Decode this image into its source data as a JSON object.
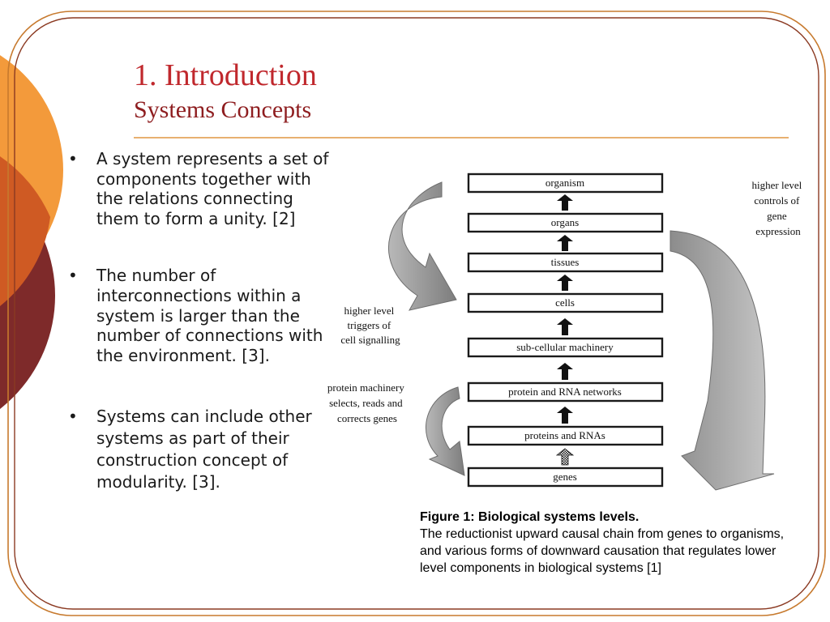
{
  "slide": {
    "title": "1. Introduction",
    "subtitle": "Systems Concepts",
    "colors": {
      "title": "#c0282d",
      "subtitle": "#8e1d1f",
      "orange_circle": "#f39a3b",
      "maroon_circle": "#7e2a2a",
      "frame": "#c77a2e"
    }
  },
  "bullets": [
    {
      "text": "A system represents a set of components together with the relations connecting them to form a unity. [2]"
    },
    {
      "text": "The number of interconnections within a system is larger than the number of connections with the environment. [3]."
    },
    {
      "text": "Systems can include other systems as part of their construction concept of modularity. [3]."
    }
  ],
  "diagram": {
    "levels": [
      {
        "label": "organism"
      },
      {
        "label": "organs"
      },
      {
        "label": "tissues"
      },
      {
        "label": "cells"
      },
      {
        "label": "sub-cellular machinery"
      },
      {
        "label": "protein and RNA networks"
      },
      {
        "label": "proteins and RNAs"
      },
      {
        "label": "genes"
      }
    ],
    "annotations": {
      "right": [
        "higher level",
        "controls of",
        "gene",
        "expression"
      ],
      "left_upper": [
        "higher level",
        "triggers of",
        "cell signalling"
      ],
      "left_lower": [
        "protein machinery",
        "selects, reads and",
        "corrects genes"
      ]
    }
  },
  "caption": {
    "title": "Figure 1:  Biological systems levels.",
    "text": "The reductionist upward causal chain from genes to organisms, and various forms of downward causation that regulates lower level components in biological systems [1]"
  }
}
